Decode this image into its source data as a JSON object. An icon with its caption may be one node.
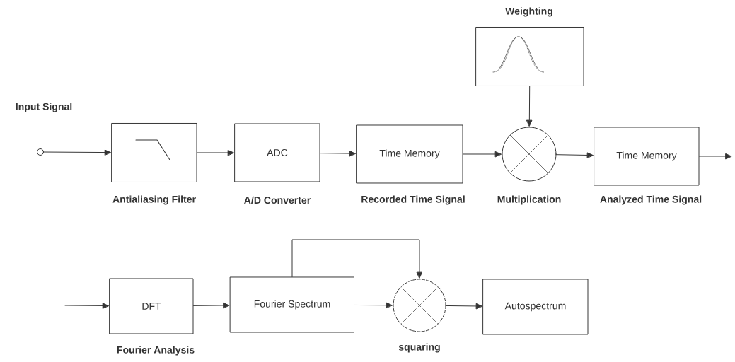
{
  "diagram": {
    "nodes": [
      {
        "text": [],
        "shape": "circle",
        "beside": [
          "Input Signal"
        ]
      },
      {
        "text": [],
        "shape": "box",
        "beside": [
          "Antialiasing Filter"
        ]
      },
      {
        "text": [
          "ADC"
        ],
        "beside": [
          "A/D Converter"
        ]
      },
      {
        "text": [
          "Time Memory"
        ],
        "beside": [
          "Recorded Time Signal"
        ]
      },
      {
        "text": [],
        "shape": "circle",
        "beside": [
          "Multiplication"
        ]
      },
      {
        "text": [],
        "shape": "box",
        "beside": [
          "Weighting"
        ]
      },
      {
        "text": [
          "Time Memory"
        ],
        "beside": [
          "Analyzed Time Signal"
        ]
      },
      {
        "text": [
          "DFT"
        ],
        "beside": [
          "Fourier Analysis"
        ]
      },
      {
        "text": [
          "Fourier Spectrum"
        ]
      },
      {
        "text": [],
        "shape": "circle",
        "beside": [
          "squaring"
        ]
      },
      {
        "text": [
          "Autospectrum"
        ]
      }
    ],
    "edges": [
      {
        "from": 0,
        "to": 1,
        "arrow": "to"
      },
      {
        "from": 1,
        "to": 2,
        "arrow": "to"
      },
      {
        "from": 2,
        "to": 3,
        "arrow": "to"
      },
      {
        "from": 3,
        "to": 4,
        "arrow": "to"
      },
      {
        "from": 5,
        "to": 4,
        "arrow": "to"
      },
      {
        "from": 4,
        "to": 6,
        "arrow": "to"
      },
      {
        "from": 6,
        "to": null,
        "arrow": "to"
      },
      {
        "from": null,
        "to": 7,
        "arrow": "to"
      },
      {
        "from": 7,
        "to": 8,
        "arrow": "to"
      },
      {
        "from": 8,
        "to": 9,
        "arrow": "to"
      },
      {
        "from": 8,
        "to": 9,
        "arrow": "to"
      },
      {
        "from": 9,
        "to": 10,
        "arrow": "to"
      }
    ]
  }
}
